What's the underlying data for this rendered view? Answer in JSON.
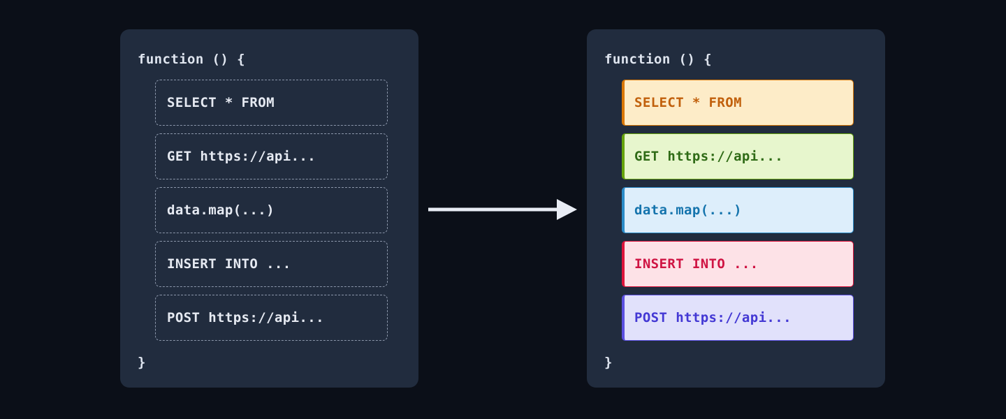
{
  "canvas": {
    "background": "#0b0f18",
    "panel_background": "#212c3e"
  },
  "left_panel": {
    "title": "plain-code-panel",
    "function_open": "function () {",
    "function_close": "}",
    "statements": [
      {
        "text": "SELECT * FROM"
      },
      {
        "text": "GET https://api..."
      },
      {
        "text": "data.map(...)"
      },
      {
        "text": "INSERT INTO ..."
      },
      {
        "text": "POST https://api..."
      }
    ],
    "text_color": "#e6eaf2",
    "border_color": "#8b96aa",
    "border_style": "dashed"
  },
  "right_panel": {
    "title": "highlighted-code-panel",
    "function_open": "function () {",
    "function_close": "}",
    "statements": [
      {
        "text": "SELECT * FROM",
        "kind": "sql-select",
        "bg": "#fdecc8",
        "fg": "#c1600c",
        "border": "#d97706"
      },
      {
        "text": "GET https://api...",
        "kind": "http-get",
        "bg": "#e7f6cd",
        "fg": "#2f6b16",
        "border": "#65a30d"
      },
      {
        "text": "data.map(...)",
        "kind": "js-map",
        "bg": "#ddeefb",
        "fg": "#1574ad",
        "border": "#2a8bc8"
      },
      {
        "text": "INSERT INTO ...",
        "kind": "sql-insert",
        "bg": "#fde2e7",
        "fg": "#cf1443",
        "border": "#dc143c"
      },
      {
        "text": "POST https://api...",
        "kind": "http-post",
        "bg": "#e1e1fb",
        "fg": "#4338d4",
        "border": "#5b4fe0"
      }
    ]
  },
  "arrow": {
    "name": "transform-arrow",
    "direction": "right",
    "color": "#e8ecf4"
  }
}
